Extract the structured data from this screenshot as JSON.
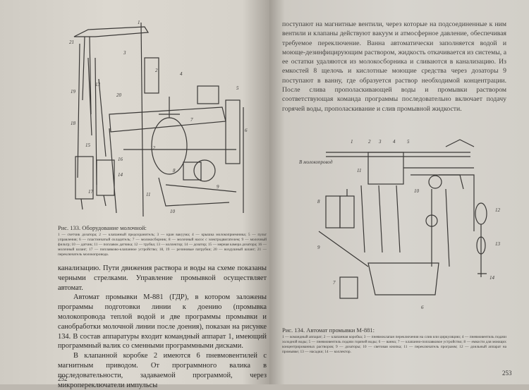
{
  "left_page": {
    "figure_133": {
      "title": "Рис. 133. Оборудование молочной:",
      "legend": "1 — счетчик дозатора; 2 — клапанный предохранитель; 3 — кран вакуума; 4 — крышка молокоприемника; 5 — пульт управления; 6 — пластинчатый охладитель; 7 — молокосборник; 8 — молочный насос с электродвигателем; 9 — молочный фильтр; 10 — датчик; 11 — поплавок датчика; 12 — трубка; 13 — коллектор; 14 — дозатор; 15 — мерная камера дозатора; 16 — молочный шланг; 17 — поплавково-клапанное устройство; 18, 19 — резиновые патрубки; 20 — воздушный шланг; 21 — переключатель молокопровода.",
      "labels": [
        "21",
        "3",
        "1",
        "2",
        "4",
        "5",
        "18",
        "19",
        "20",
        "6",
        "7",
        "12",
        "14",
        "15",
        "16",
        "17",
        "8",
        "9",
        "10",
        "11",
        "13"
      ]
    },
    "paragraphs": [
      "канализацию. Пути движения раствора и воды на схеме показаны черными стрелками. Управление промывкой осуществляет автомат.",
      "Автомат промывки М-881 (ГДР), в котором заложены программы подготовки линии к доению (промывка молокопровода теплой водой и две программы промывки и санобработки молочной линии после доения), показан на рисунке 134. В состав аппаратуры входит командный аппарат 1, имеющий программный валик со сменными программными дисками.",
      "В клапанной коробке 2 имеются 6 пневмовентилей с магнитным приводом. От программного валика в последовательности, задаваемой программой, через микропереключатели импульсы"
    ],
    "page_number": "252"
  },
  "right_page": {
    "paragraph": "поступают на магнитные вентили, через которые на подсоединенные к ним вентили и клапаны действуют вакуум и атмосферное давление, обеспечивая требуемое переключение. Ванна автоматически заполняется водой и моюще-дезинфицирующим раствором, жидкость откачивается из системы, а ее остатки удаляются из молокосборника и сливаются в канализацию. Из емкостей 8 щелочь и кислотные моющие средства через дозаторы 9 поступают в ванну, где образуется раствор необходимой концентрации. После слива прополаскивающей воды и промывки раствором соответствующая команда программы последовательно включает подачу горячей воды, прополаскивание и слив промывной жидкости.",
    "figure_134": {
      "pipe_label": "В молокопровод",
      "labels": [
        "1",
        "2",
        "3",
        "4",
        "5",
        "11",
        "10",
        "8",
        "9",
        "12",
        "13",
        "7",
        "6",
        "14"
      ],
      "title": "Рис. 134. Автомат промывки М-881:",
      "legend": "1 — командный аппарат; 2 — клапанная коробка; 3 — пневмоклапан переключения на слив или циркуляцию; 4 — пневмовентиль подачи холодной воды; 5 — пневмовентиль подачи горячей воды; 6 — ванна; 7 — клапанно-поплавковое устройство; 8 — емкости для моющих концентрированных растворов; 9 — дозаторы; 10 — световая кнопка; 11 — переключатель программ; 12 — доильный аппарат на промывке; 13 — насадки; 14 — коллектор."
    },
    "page_number": "253"
  }
}
